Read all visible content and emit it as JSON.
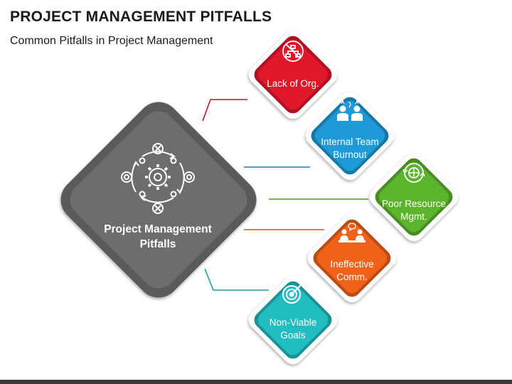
{
  "header": {
    "title": "PROJECT MANAGEMENT PITFALLS",
    "subtitle": "Common Pitfalls in Project Management"
  },
  "center": {
    "line1": "Project Management",
    "line2": "Pitfalls",
    "icon": "gear-cycle-icon",
    "color": "#6d6d6d"
  },
  "pitfalls": [
    {
      "line1": "Lack of Org.",
      "line2": "",
      "color": "#e0162b",
      "icon": "no-structure-icon"
    },
    {
      "line1": "Internal Team",
      "line2": "Burnout",
      "color": "#1e9ad6",
      "icon": "stressed-team-icon"
    },
    {
      "line1": "Poor Resource",
      "line2": "Mgmt.",
      "color": "#5cb42d",
      "icon": "resource-cycle-icon"
    },
    {
      "line1": "Ineffective",
      "line2": "Comm.",
      "color": "#f0621a",
      "icon": "communication-icon"
    },
    {
      "line1": "Non-Viable",
      "line2": "Goals",
      "color": "#22bdc0",
      "icon": "target-icon"
    }
  ]
}
